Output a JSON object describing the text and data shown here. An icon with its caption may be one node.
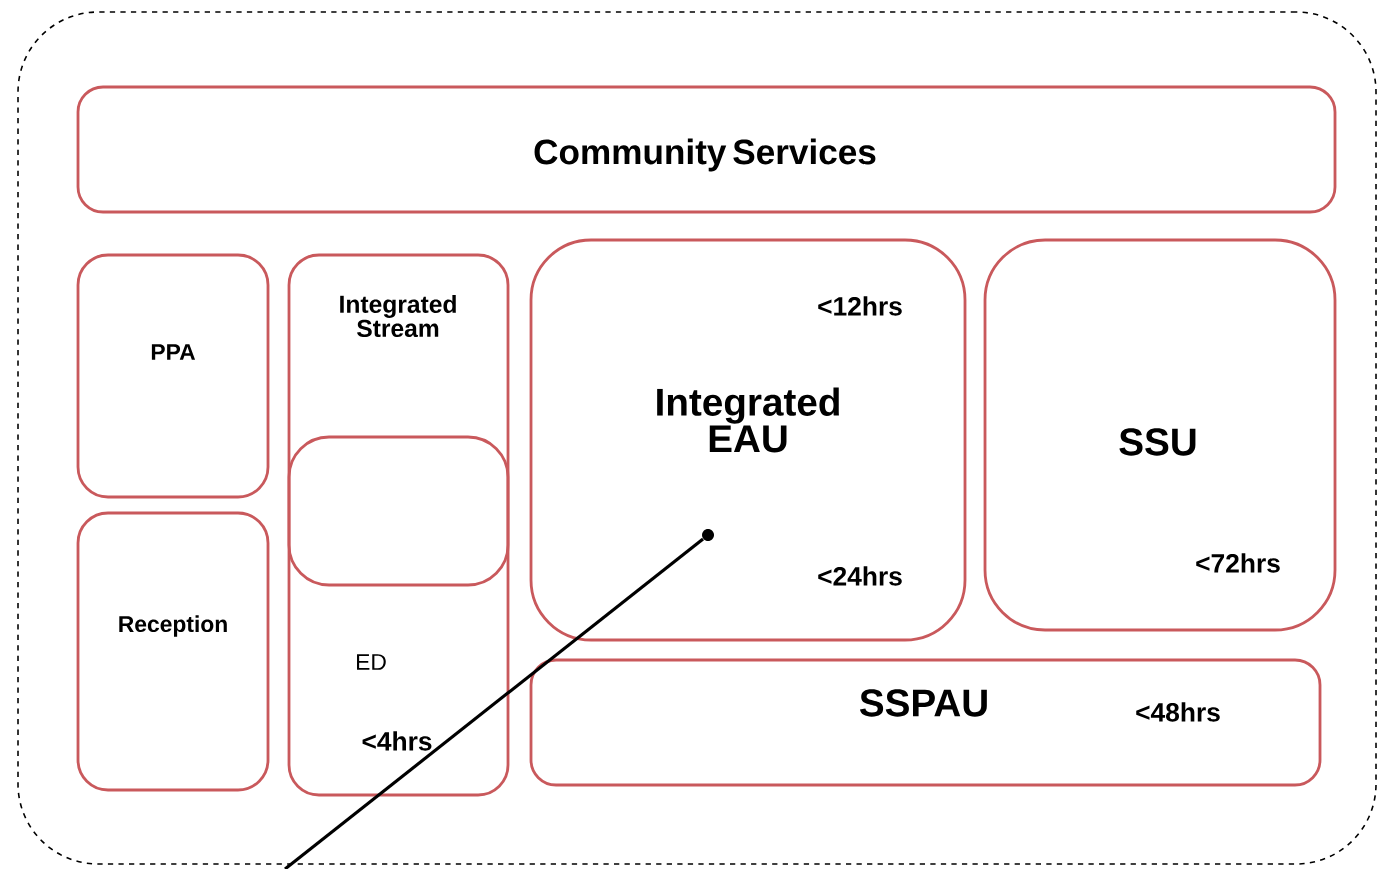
{
  "diagram": {
    "nodes": [
      {
        "text": [],
        "shape": "box"
      },
      {
        "text": [
          "Community Services"
        ],
        "in": 0
      },
      {
        "text": [
          "PPA"
        ],
        "in": 0
      },
      {
        "text": [
          "Reception"
        ],
        "in": 0
      },
      {
        "text": [
          "Integrated Stream",
          "ED",
          "<4hrs"
        ],
        "in": 0
      },
      {
        "text": [],
        "shape": "box",
        "in": 4
      },
      {
        "text": [
          "<12hrs",
          "Integrated EAU",
          "<24hrs"
        ],
        "in": 0
      },
      {
        "text": [
          "SSU",
          "<72hrs"
        ],
        "in": 0
      },
      {
        "text": [
          "SSPAU",
          "<48hrs"
        ],
        "in": 0
      },
      {
        "text": [],
        "shape": "circle",
        "in": 6
      }
    ],
    "edges": [
      {
        "from": null,
        "to": 9,
        "arrow": "none"
      }
    ]
  }
}
